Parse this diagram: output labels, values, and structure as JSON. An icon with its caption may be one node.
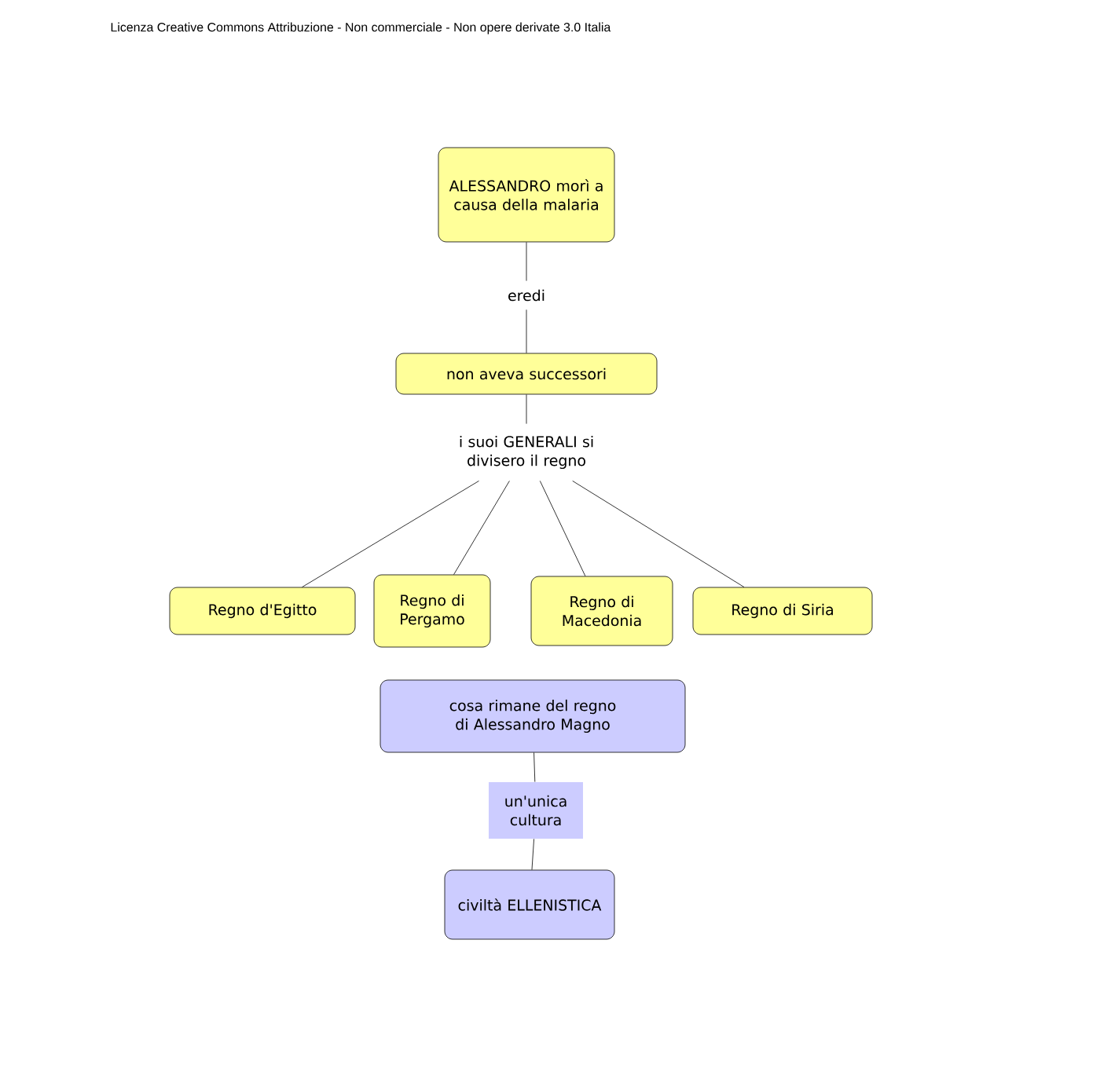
{
  "diagram": {
    "nodes": [
      {
        "text": [
          "ALESSANDRO morì a causa della malaria"
        ]
      },
      {
        "text": [
          "eredi"
        ]
      },
      {
        "text": [
          "non aveva successori"
        ]
      },
      {
        "text": [
          "i suoi GENERALI si divisero il regno"
        ]
      },
      {
        "text": [
          "Regno d'Egitto"
        ]
      },
      {
        "text": [
          "Regno di Pergamo"
        ]
      },
      {
        "text": [
          "Regno di Macedonia"
        ]
      },
      {
        "text": [
          "Regno di Siria"
        ]
      },
      {
        "text": [
          "cosa rimane del regno di Alessandro Magno"
        ]
      },
      {
        "text": [
          "un'unica cultura"
        ]
      },
      {
        "text": [
          "civiltà ELLENISTICA"
        ]
      }
    ],
    "edges": [
      {
        "from": 0,
        "to": 1,
        "arrow": "none"
      },
      {
        "from": 1,
        "to": 2,
        "arrow": "none"
      },
      {
        "from": 2,
        "to": 3,
        "arrow": "none"
      },
      {
        "from": 3,
        "to": 4,
        "arrow": "none"
      },
      {
        "from": 3,
        "to": 5,
        "arrow": "none"
      },
      {
        "from": 3,
        "to": 6,
        "arrow": "none"
      },
      {
        "from": 3,
        "to": 7,
        "arrow": "none"
      },
      {
        "from": 8,
        "to": 9,
        "arrow": "none"
      },
      {
        "from": 9,
        "to": 10,
        "arrow": "none"
      }
    ],
    "labels": [
      "Licenza Creative Commons Attribuzione - Non commerciale - Non opere derivate 3.0 Italia"
    ]
  }
}
